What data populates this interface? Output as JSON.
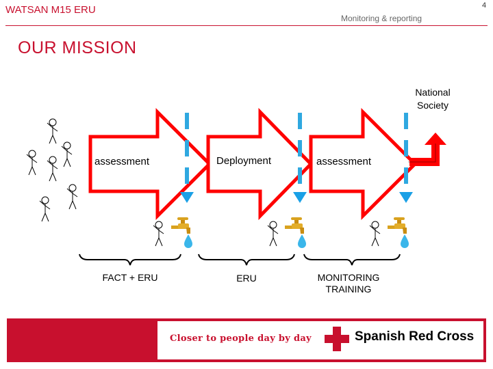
{
  "header": {
    "title": "WATSAN M15 ERU",
    "subtitle": "Monitoring & reporting",
    "page_number": "4"
  },
  "heading": "OUR MISSION",
  "flow": {
    "arrows": [
      "assessment",
      "Deployment",
      "assessment"
    ],
    "national_society_line1": "National",
    "national_society_line2": "Society"
  },
  "groups": [
    {
      "line1": "FACT + ERU",
      "line2": ""
    },
    {
      "line1": "ERU",
      "line2": ""
    },
    {
      "line1": "MONITORING",
      "line2": "TRAINING"
    }
  ],
  "footer": {
    "slogan": "Closer to people day by day",
    "org": "Spanish Red Cross"
  },
  "colors": {
    "brand_red": "#c8102e",
    "arrow_red": "#ff0000",
    "dash_blue": "#2fa8e0",
    "arrow_blue": "#1aa0e6",
    "tap_gold": "#d9a21e",
    "drop_blue": "#3ab6ea"
  },
  "icons": [
    "stick-figure-icon",
    "water-tap-icon",
    "water-drop-icon",
    "red-cross-icon"
  ]
}
